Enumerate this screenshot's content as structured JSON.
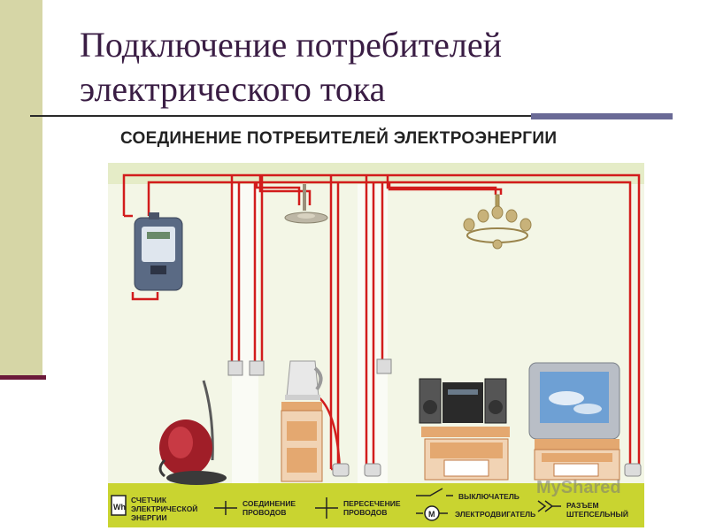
{
  "slide": {
    "title_line1": "Подключение потребителей",
    "title_line2": "электрического тока"
  },
  "diagram": {
    "title": "СОЕДИНЕНИЕ ПОТРЕБИТЕЛЕЙ ЭЛЕКТРОЭНЕРГИИ",
    "meter_symbol": "Wh",
    "motor_symbol": "M",
    "legend": {
      "meter": "СЧЕТЧИК\nЭЛЕКТРИЧЕСКОЙ\nЭНЕРГИИ",
      "junction": "СОЕДИНЕНИЕ\nПРОВОДОВ",
      "crossing": "ПЕРЕСЕЧЕНИЕ\nПРОВОДОВ",
      "switch": "ВЫКЛЮЧАТЕЛЬ",
      "motor": "ЭЛЕКТРОДВИГАТЕЛЬ",
      "plug": "РАЗЪЕМ\nШТЕПСЕЛЬНЫЙ"
    },
    "wire_color": "#d21c1c"
  },
  "watermark": "MyShared"
}
